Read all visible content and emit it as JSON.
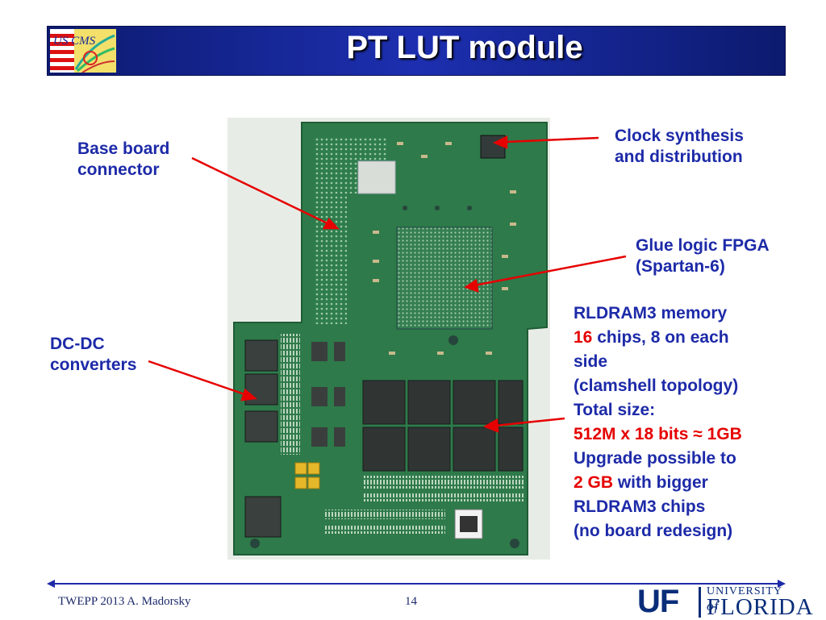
{
  "slide": {
    "title": "PT LUT module"
  },
  "annotations": {
    "base_board": [
      "Base board",
      "connector"
    ],
    "dcdc": [
      "DC-DC",
      "converters"
    ],
    "clock": [
      "Clock synthesis",
      "and distribution"
    ],
    "fpga": [
      "Glue logic FPGA",
      "(Spartan-6)"
    ],
    "memory": {
      "line1": "RLDRAM3 memory",
      "line2_red": "16",
      "line2_rest": " chips, 8 on each",
      "line3": "side",
      "line4": "(clamshell topology)",
      "line5": "Total size:",
      "line6_red": "512M x 18 bits ≈ 1GB",
      "line7": "Upgrade possible to",
      "line8_red": "2 GB",
      "line8_rest": " with bigger",
      "line9": "RLDRAM3 chips",
      "line10": "(no board redesign)"
    }
  },
  "footer": {
    "left_text": "TWEPP 2013  A. Madorsky",
    "page_number": "14",
    "logo": {
      "mark": "UF",
      "university": "UNIVERSITY",
      "of": "of",
      "name": "FLORIDA"
    }
  },
  "logo_cms": {
    "text": "US CMS"
  },
  "colors": {
    "title_bar": "#1d2fb0",
    "label_blue": "#1d2aa8",
    "highlight_red": "#e60000",
    "pcb_green": "#2e7a4a"
  }
}
